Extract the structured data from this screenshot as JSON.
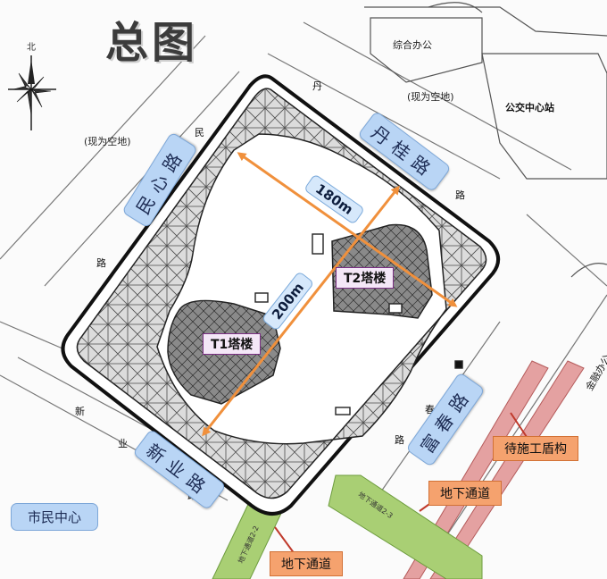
{
  "title": "总图",
  "compass": {
    "north_label": "北"
  },
  "labels": {
    "office": "综合办公",
    "vacant_right": "(现为空地)",
    "vacant_left": "(现为空地)",
    "bus": "公交中心站",
    "finance": "金融办公",
    "civic": "市民中心"
  },
  "roads": {
    "minxin": "民心路",
    "dangui": "丹桂路",
    "fuchun": "富春路",
    "xinye": "新业路"
  },
  "road_chars": {
    "min": "民",
    "lu1": "路",
    "dan": "丹",
    "lu2": "路",
    "chun": "春",
    "lu3": "路",
    "xin": "新",
    "ye": "业",
    "lu4": "路"
  },
  "towers": {
    "t1": "T1塔楼",
    "t2": "T2塔楼"
  },
  "dimensions": {
    "d1": "180m",
    "d2": "200m"
  },
  "callouts": {
    "shield": "待施工盾构",
    "tunnel_a": "地下通道",
    "tunnel_b": "地下通道"
  },
  "tunnel_tags": {
    "t1": "地下通道2-2",
    "t2": "地下通道2-3"
  },
  "colors": {
    "road_label_bg": "#b9d5f5",
    "callout_bg": "#f5a26e",
    "arrow": "#f0903c",
    "tunnel": "#a9cf74",
    "shield_band": "#e4a1a1"
  }
}
